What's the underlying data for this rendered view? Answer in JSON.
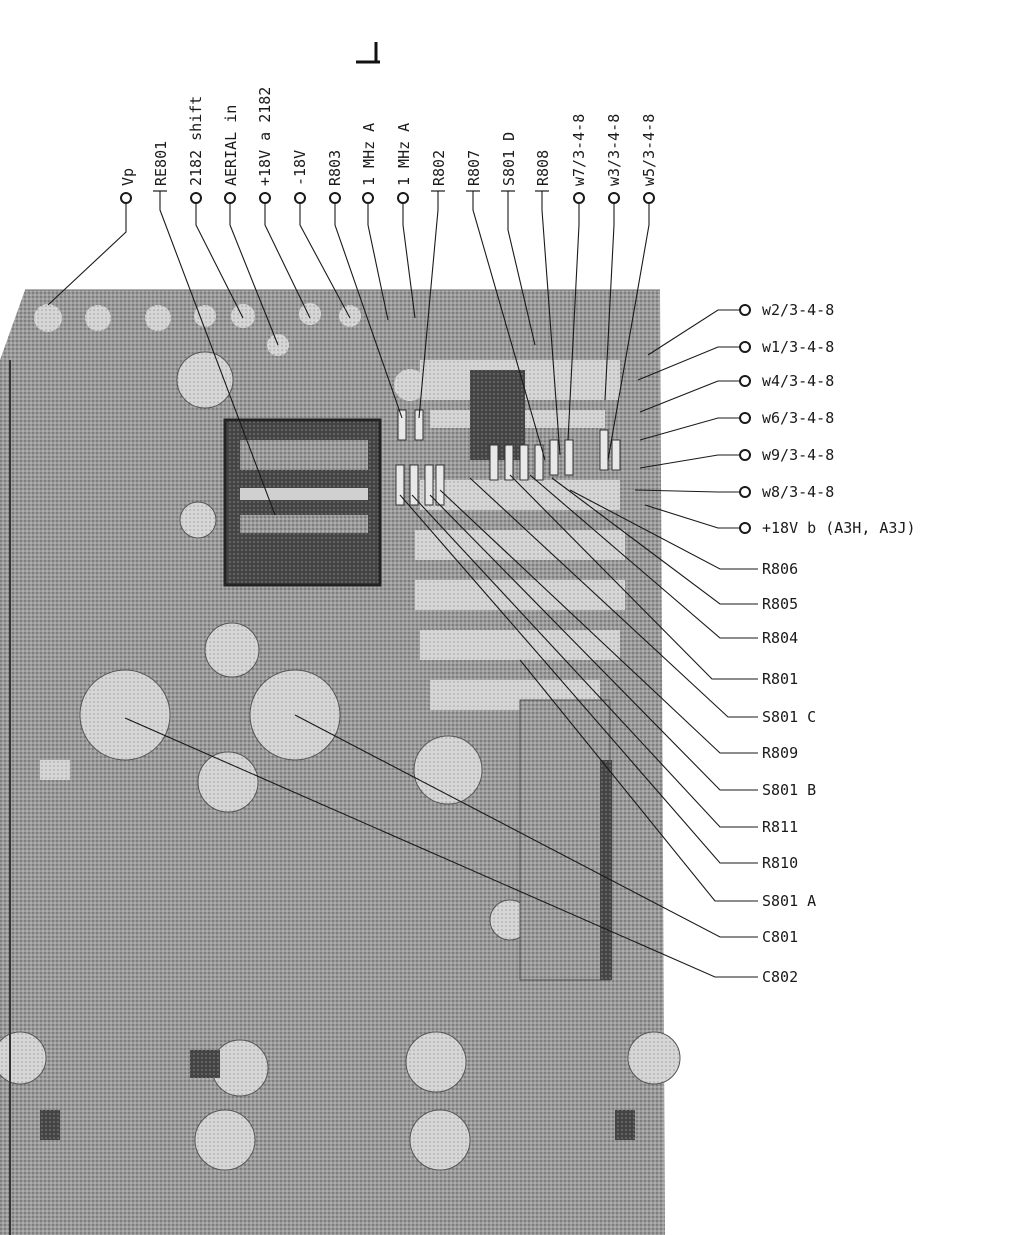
{
  "top_labels": [
    {
      "id": "vp",
      "text": "Vp"
    },
    {
      "id": "re801",
      "text": "RE801"
    },
    {
      "id": "shift2182",
      "text": "2182 shift"
    },
    {
      "id": "aerial-in",
      "text": "AERIAL in"
    },
    {
      "id": "plus18v-a2182",
      "text": "+18V a 2182"
    },
    {
      "id": "minus18v",
      "text": "-18V"
    },
    {
      "id": "r803",
      "text": "R803"
    },
    {
      "id": "mhz1-a-ground",
      "text": "1 MHz A"
    },
    {
      "id": "mhz1-a",
      "text": "1 MHz A"
    },
    {
      "id": "r802",
      "text": "R802"
    },
    {
      "id": "r807",
      "text": "R807"
    },
    {
      "id": "s801d",
      "text": "S801 D"
    },
    {
      "id": "r808",
      "text": "R808"
    },
    {
      "id": "w7",
      "text": "w7/3-4-8"
    },
    {
      "id": "w3",
      "text": "w3/3-4-8"
    },
    {
      "id": "w5",
      "text": "w5/3-4-8"
    }
  ],
  "right_labels": [
    {
      "id": "w2",
      "text": "w2/3-4-8"
    },
    {
      "id": "w1",
      "text": "w1/3-4-8"
    },
    {
      "id": "w4",
      "text": "w4/3-4-8"
    },
    {
      "id": "w6",
      "text": "w6/3-4-8"
    },
    {
      "id": "w9",
      "text": "w9/3-4-8"
    },
    {
      "id": "w8",
      "text": "w8/3-4-8"
    },
    {
      "id": "plus18v-b",
      "text": "+18V b (A3H, A3J)"
    },
    {
      "id": "r806",
      "text": "R806"
    },
    {
      "id": "r805",
      "text": "R805"
    },
    {
      "id": "r804",
      "text": "R804"
    },
    {
      "id": "r801",
      "text": "R801"
    },
    {
      "id": "s801c",
      "text": "S801 C"
    },
    {
      "id": "r809",
      "text": "R809"
    },
    {
      "id": "s801b",
      "text": "S801 B"
    },
    {
      "id": "r811",
      "text": "R811"
    },
    {
      "id": "r810",
      "text": "R810"
    },
    {
      "id": "s801a",
      "text": "S801 A"
    },
    {
      "id": "c801",
      "text": "C801"
    },
    {
      "id": "c802",
      "text": "C802"
    }
  ]
}
